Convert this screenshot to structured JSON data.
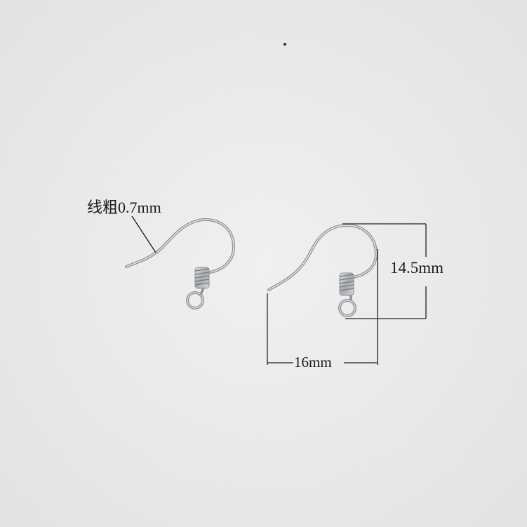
{
  "photo": {
    "subject": "earring hooks with coil and loop",
    "background_color": "#ececec",
    "metal_color": "#c9cbce"
  },
  "annotations": {
    "wire_thickness": "线粗0.7mm",
    "height": "14.5mm",
    "width": "16mm"
  }
}
